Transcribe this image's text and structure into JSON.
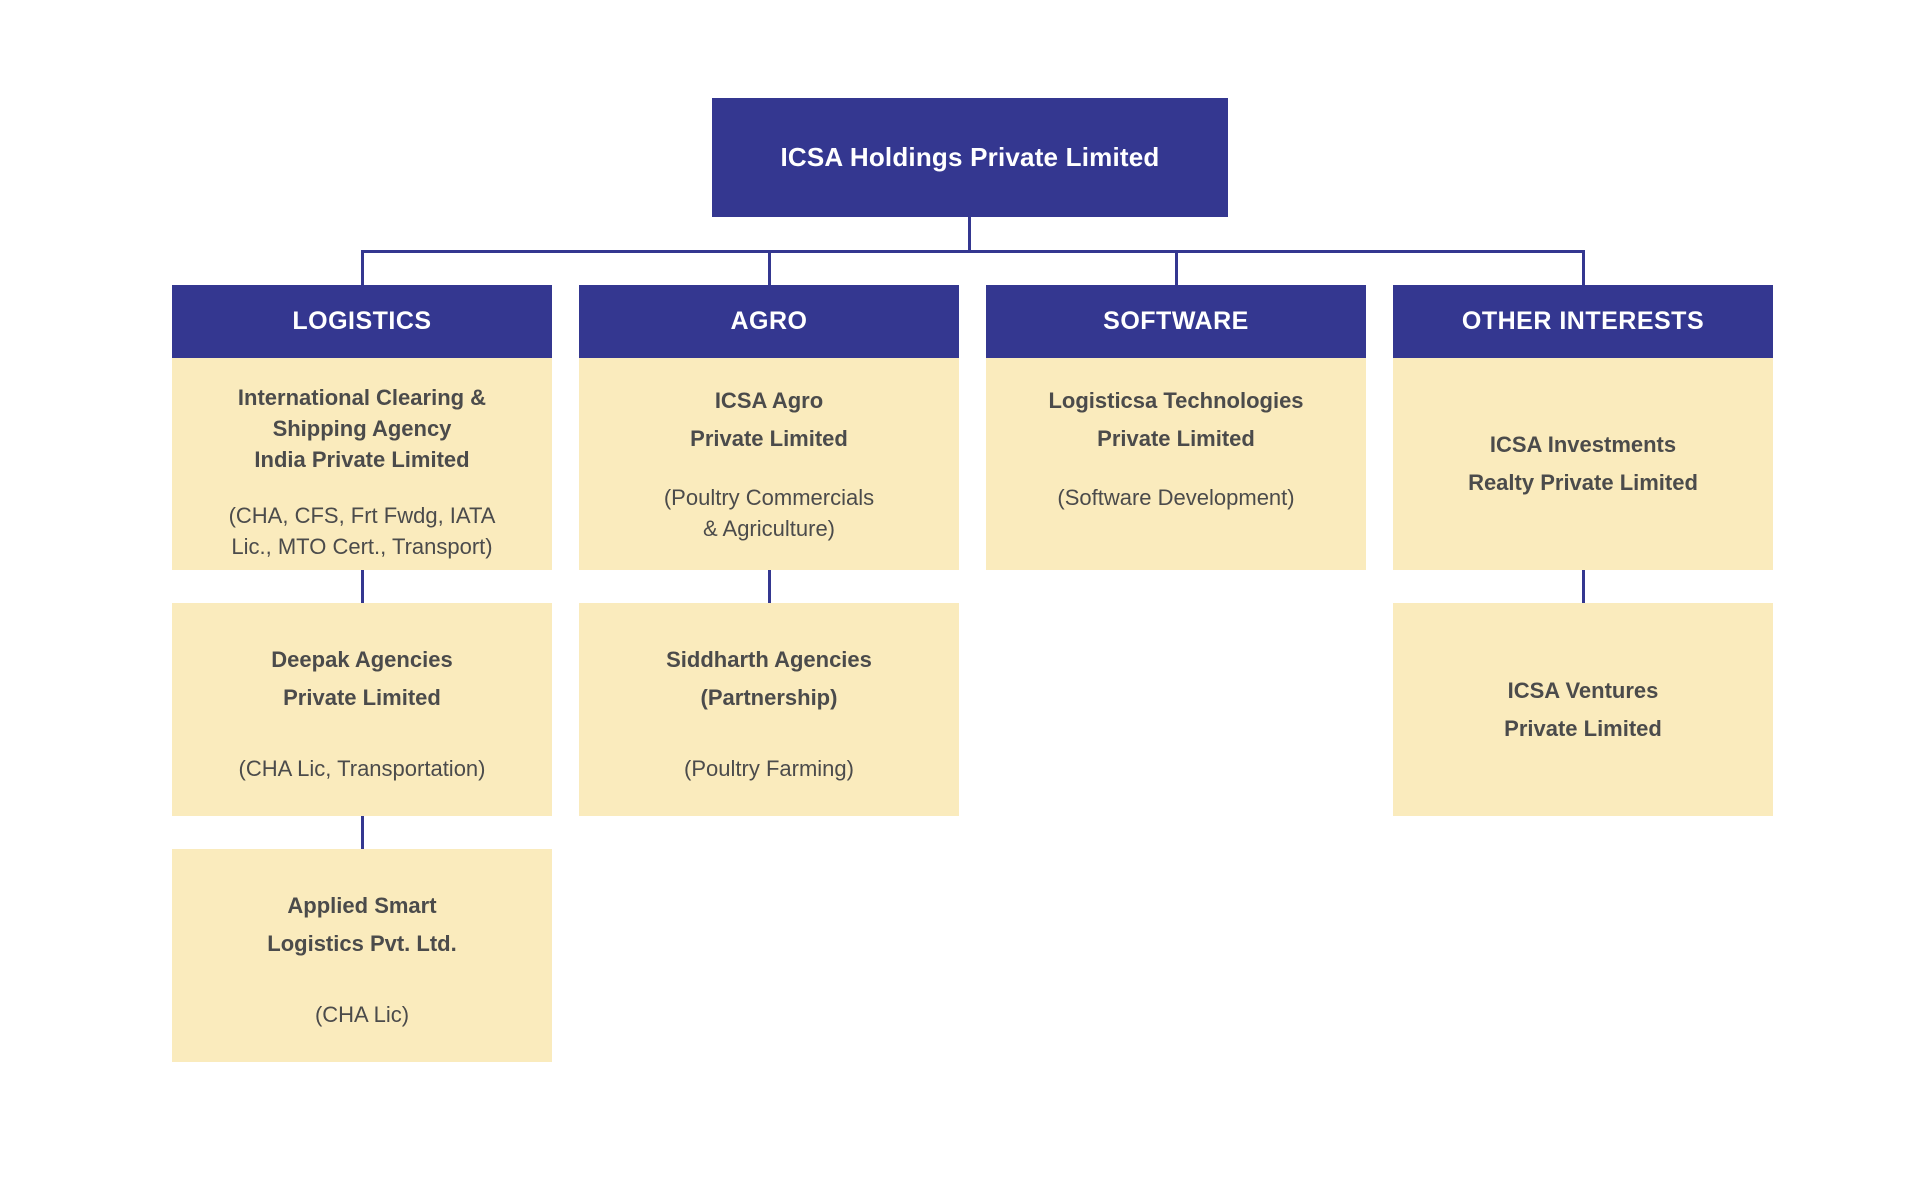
{
  "palette": {
    "accent": "#343790",
    "box_fill": "#faebbd",
    "text": "#4b4b4b",
    "header_text": "#ffffff",
    "background": "#ffffff"
  },
  "root": {
    "title": "ICSA Holdings Private Limited"
  },
  "columns": [
    {
      "header": "LOGISTICS",
      "boxes": [
        {
          "company": [
            "International Clearing &",
            "Shipping Agency",
            "India Private Limited"
          ],
          "detail": [
            "(CHA, CFS, Frt Fwdg, IATA",
            "Lic., MTO Cert., Transport)"
          ]
        },
        {
          "company": [
            "Deepak Agencies",
            "Private Limited"
          ],
          "detail": [
            "(CHA Lic, Transportation)"
          ]
        },
        {
          "company": [
            "Applied Smart",
            "Logistics Pvt. Ltd."
          ],
          "detail": [
            "(CHA Lic)"
          ]
        }
      ]
    },
    {
      "header": "AGRO",
      "boxes": [
        {
          "company": [
            "ICSA Agro",
            "Private Limited"
          ],
          "detail": [
            "(Poultry Commercials",
            "& Agriculture)"
          ]
        },
        {
          "company": [
            "Siddharth Agencies",
            "(Partnership)"
          ],
          "detail": [
            "(Poultry Farming)"
          ]
        }
      ]
    },
    {
      "header": "SOFTWARE",
      "boxes": [
        {
          "company": [
            "Logisticsa Technologies",
            "Private Limited"
          ],
          "detail": [
            "(Software Development)"
          ]
        }
      ]
    },
    {
      "header": "OTHER INTERESTS",
      "boxes": [
        {
          "company": [
            "ICSA Investments",
            "Realty Private Limited"
          ],
          "detail": []
        },
        {
          "company": [
            "ICSA Ventures",
            "Private Limited"
          ],
          "detail": []
        }
      ]
    }
  ]
}
